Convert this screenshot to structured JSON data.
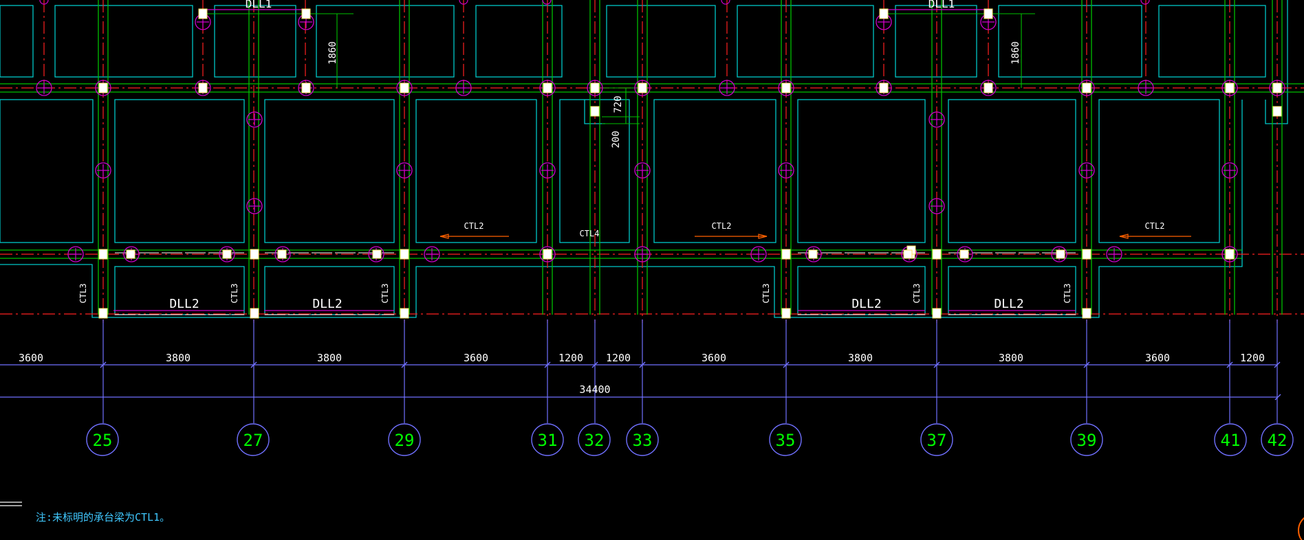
{
  "colors": {
    "background": "#000000",
    "slab": "#00c8c8",
    "beam": "#00c000",
    "axis": "#ff2020",
    "pile": "#d000d0",
    "dimension": "#7070ff",
    "grid_bubble": "#00ff00",
    "text": "#ffffff",
    "note": "#40c8ff",
    "arrow": "#ff6000",
    "column": "#ffffff"
  },
  "grid_labels": [
    "25",
    "27",
    "29",
    "31",
    "32",
    "33",
    "35",
    "37",
    "39",
    "41",
    "42"
  ],
  "spans": [
    "3600",
    "3800",
    "3800",
    "3600",
    "1200",
    "1200",
    "3600",
    "3800",
    "3800",
    "3600",
    "1200"
  ],
  "overall_dim": "34400",
  "beam_labels": {
    "dll1_a": "DLL1",
    "dll1_b": "DLL1",
    "dll2_a": "DLL2",
    "dll2_b": "DLL2",
    "dll2_c": "DLL2",
    "dll2_d": "DLL2",
    "ctl2_a": "CTL2",
    "ctl2_b": "CTL2",
    "ctl2_c": "CTL2",
    "ctl4": "CTL4",
    "ctl3_a": "CTL3",
    "ctl3_b": "CTL3",
    "ctl3_c": "CTL3",
    "ctl3_d": "CTL3",
    "ctl3_e": "CTL3",
    "ctl3_f": "CTL3"
  },
  "dims_vertical": {
    "d1860_a": "1860",
    "d1860_b": "1860",
    "d720": "720",
    "d200": "200"
  },
  "note": "注:未标明的承台梁为CTL1。"
}
